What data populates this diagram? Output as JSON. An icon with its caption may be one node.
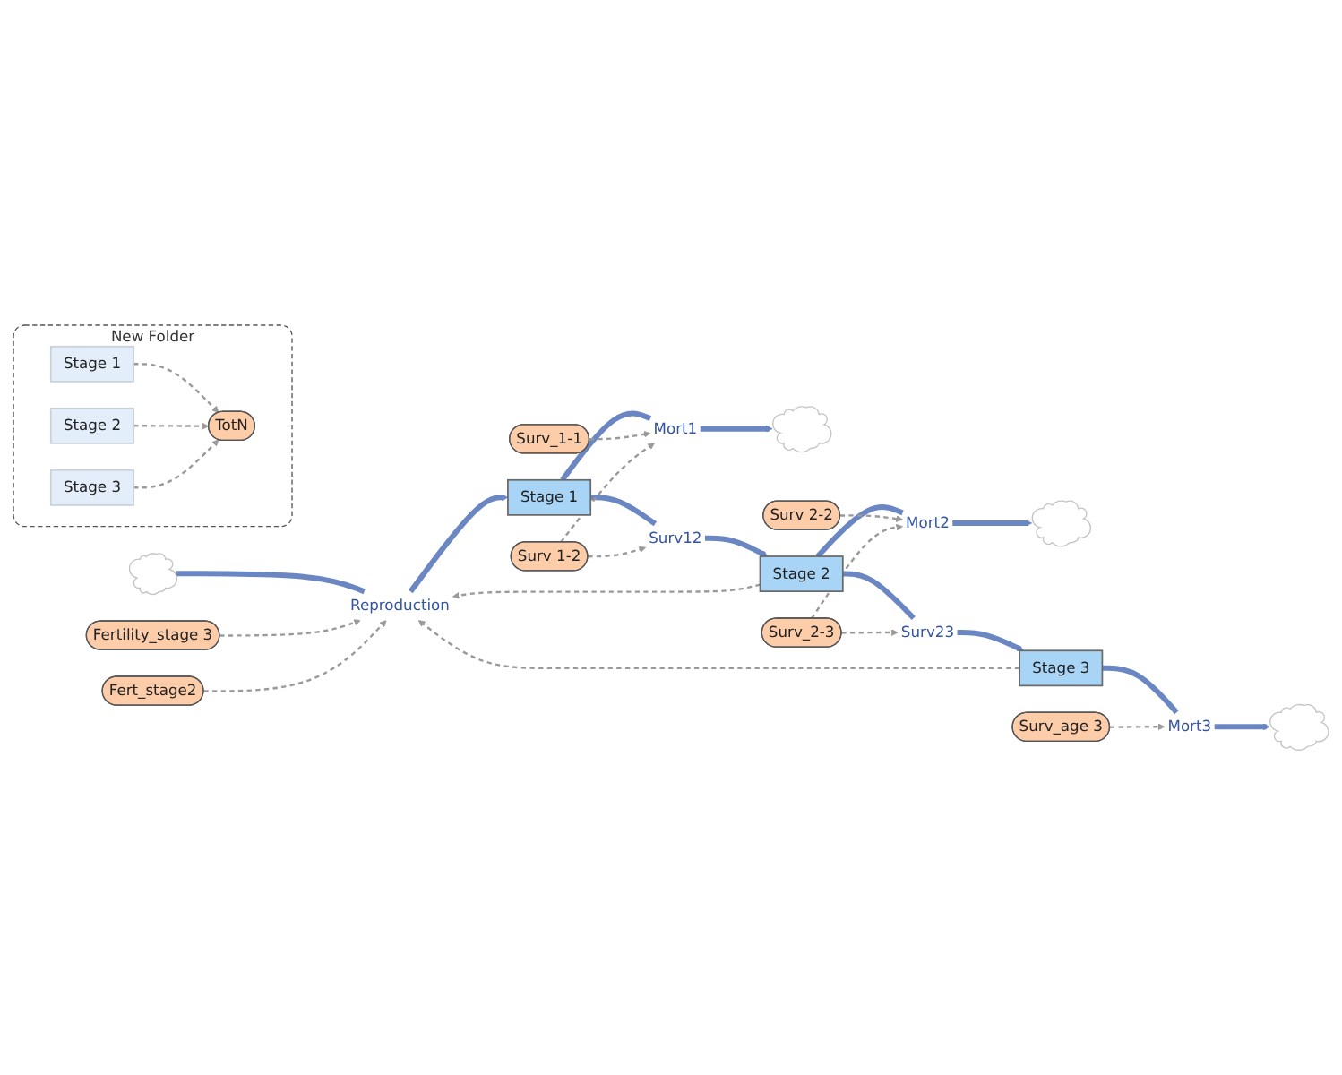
{
  "diagram": {
    "nodes": [
      {
        "text": [
          "Fert_stage2"
        ]
      },
      {
        "text": [
          "Fertility_stage 3"
        ]
      },
      {
        "text": [],
        "shape": "cloud"
      },
      {
        "text": [
          "Reproduction"
        ]
      },
      {
        "text": [
          "Stage 1"
        ]
      },
      {
        "text": [
          "Surv12"
        ]
      },
      {
        "text": [
          "Stage 2"
        ]
      },
      {
        "text": [
          "Surv23"
        ]
      },
      {
        "text": [
          "Stage 3"
        ]
      },
      {
        "text": [
          "Mort3"
        ]
      },
      {
        "text": [],
        "shape": "cloud"
      },
      {
        "text": [
          "Mort1"
        ]
      },
      {
        "text": [
          "Mort2"
        ]
      },
      {
        "text": [],
        "shape": "cloud"
      },
      {
        "text": [],
        "shape": "cloud"
      },
      {
        "text": [
          "Surv 1-2"
        ]
      },
      {
        "text": [
          "Surv_2-3"
        ]
      },
      {
        "text": [
          "Surv_age 3"
        ]
      },
      {
        "text": [
          "Surv_1-1"
        ]
      },
      {
        "text": [
          "Surv 2-2"
        ]
      },
      {
        "text": [
          "New Folder"
        ]
      },
      {
        "text": [
          "Stage 1"
        ],
        "in": 20
      },
      {
        "text": [
          "TotN"
        ],
        "in": 20
      },
      {
        "text": [
          "Stage 2"
        ],
        "in": 20
      },
      {
        "text": [
          "Stage 3"
        ],
        "in": 20
      }
    ],
    "edges": [
      {
        "from": 2,
        "to": 3,
        "arrow": "none",
        "style": "thick",
        "color": "#6b87c3"
      },
      {
        "from": 3,
        "to": 4,
        "arrow": "to",
        "style": "thick",
        "color": "#6b87c3"
      },
      {
        "from": 4,
        "to": 5,
        "arrow": "none",
        "style": "thick",
        "color": "#6b87c3"
      },
      {
        "from": 5,
        "to": 6,
        "arrow": "to",
        "style": "thick",
        "color": "#6b87c3"
      },
      {
        "from": 6,
        "to": 7,
        "arrow": "none",
        "style": "thick",
        "color": "#6b87c3"
      },
      {
        "from": 7,
        "to": 8,
        "arrow": "to",
        "style": "thick",
        "color": "#6b87c3"
      },
      {
        "from": 8,
        "to": 9,
        "arrow": "none",
        "style": "thick",
        "color": "#6b87c3"
      },
      {
        "from": 9,
        "to": 10,
        "arrow": "to",
        "style": "thick",
        "color": "#6b87c3"
      },
      {
        "from": 4,
        "to": 11,
        "arrow": "none",
        "style": "thick",
        "color": "#6b87c3"
      },
      {
        "from": 11,
        "to": 13,
        "arrow": "to",
        "style": "thick",
        "color": "#6b87c3"
      },
      {
        "from": 6,
        "to": 12,
        "arrow": "none",
        "style": "thick",
        "color": "#6b87c3"
      },
      {
        "from": 12,
        "to": 14,
        "arrow": "to",
        "style": "thick",
        "color": "#6b87c3"
      },
      {
        "from": 1,
        "to": 3,
        "arrow": "to",
        "style": "dashed"
      },
      {
        "from": 0,
        "to": 3,
        "arrow": "to",
        "style": "dashed"
      },
      {
        "from": 6,
        "to": 3,
        "arrow": "to",
        "style": "dashed"
      },
      {
        "from": 8,
        "to": 3,
        "arrow": "to",
        "style": "dashed"
      },
      {
        "from": 18,
        "to": 11,
        "arrow": "to",
        "style": "dashed"
      },
      {
        "from": 15,
        "to": 11,
        "arrow": "to",
        "style": "dashed"
      },
      {
        "from": 15,
        "to": 5,
        "arrow": "to",
        "style": "dashed"
      },
      {
        "from": 19,
        "to": 12,
        "arrow": "to",
        "style": "dashed"
      },
      {
        "from": 16,
        "to": 12,
        "arrow": "to",
        "style": "dashed"
      },
      {
        "from": 16,
        "to": 7,
        "arrow": "to",
        "style": "dashed"
      },
      {
        "from": 17,
        "to": 9,
        "arrow": "to",
        "style": "dashed"
      },
      {
        "from": 21,
        "to": 22,
        "arrow": "to",
        "style": "dashed"
      },
      {
        "from": 23,
        "to": 22,
        "arrow": "to",
        "style": "dashed"
      },
      {
        "from": 24,
        "to": 22,
        "arrow": "to",
        "style": "dashed"
      }
    ]
  }
}
